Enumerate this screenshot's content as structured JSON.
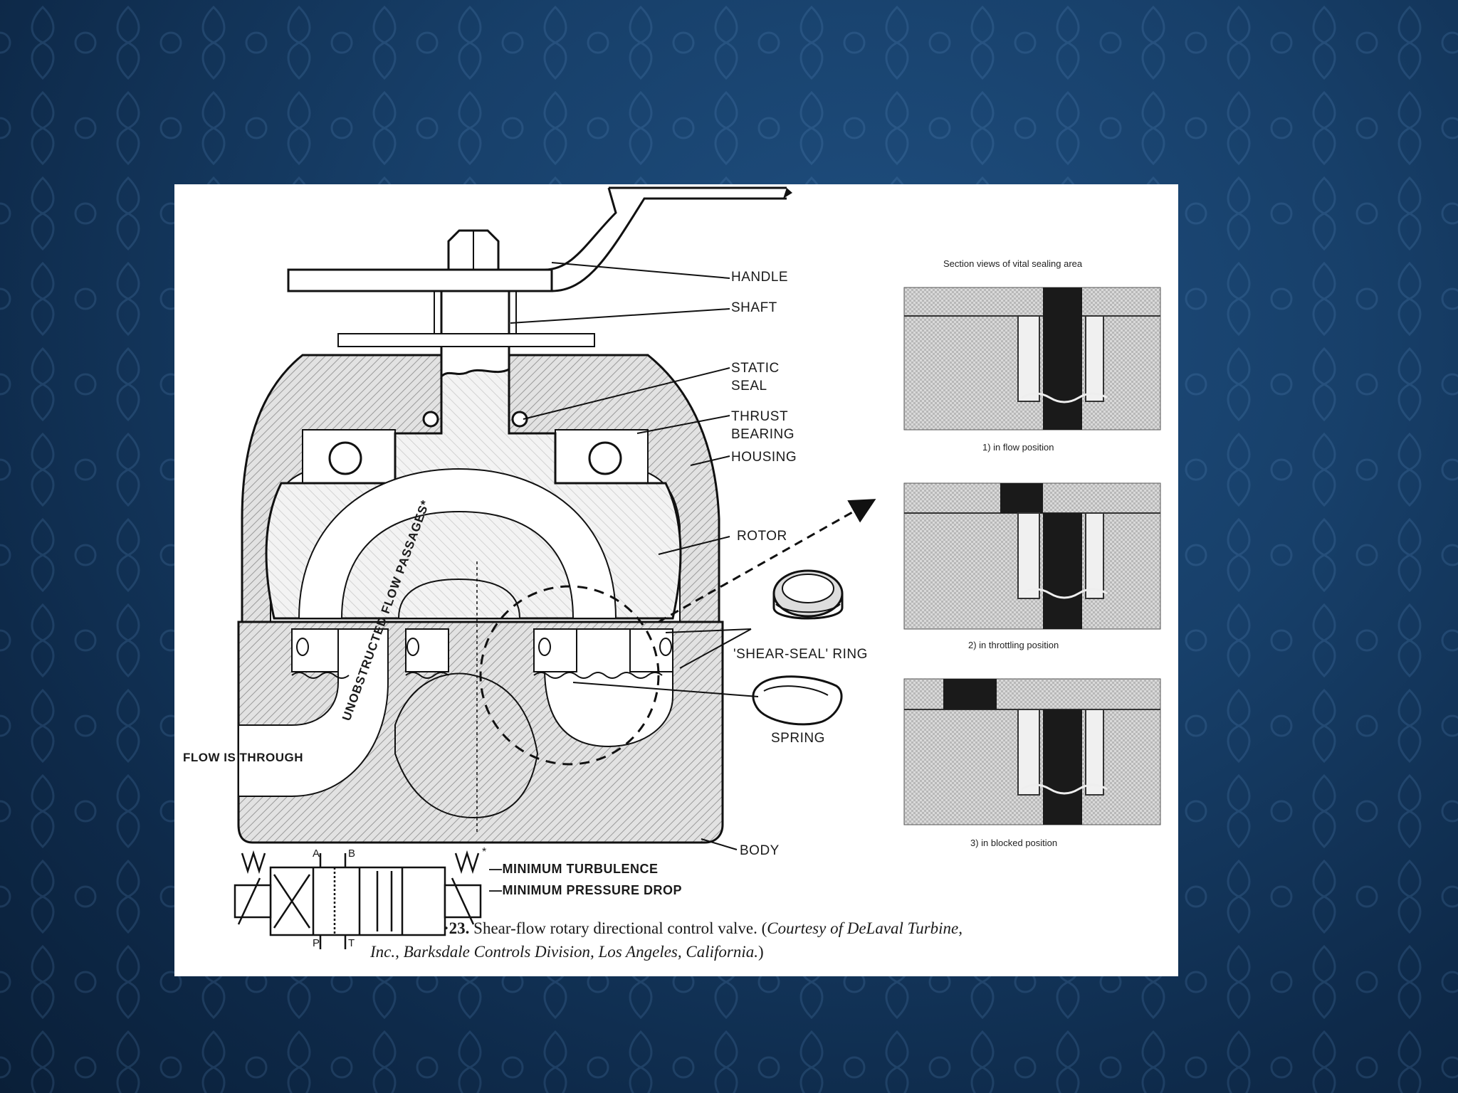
{
  "figure": {
    "labels": {
      "handle": "HANDLE",
      "shaft": "SHAFT",
      "static_seal_1": "STATIC",
      "static_seal_2": "SEAL",
      "thrust_bearing_1": "THRUST",
      "thrust_bearing_2": "BEARING",
      "housing": "HOUSING",
      "rotor": "ROTOR",
      "shear_seal_ring": "'SHEAR-SEAL' RING",
      "spring": "SPRING",
      "body": "BODY",
      "flow_is_through": "FLOW IS THROUGH",
      "unobstructed": "UNOBSTRUCTED FLOW PASSAGES*"
    },
    "notes": {
      "asterisk": "*",
      "min_turbulence": "—MINIMUM TURBULENCE",
      "min_pressure_drop": "—MINIMUM PRESSURE DROP"
    },
    "symbol_ports": {
      "a": "A",
      "b": "B",
      "p": "P",
      "t": "T"
    },
    "section_views": {
      "title": "Section views of vital sealing area",
      "view1": "1) in flow position",
      "view2": "2) in throttling position",
      "view3": "3) in blocked position"
    },
    "caption": {
      "number": "·23.",
      "line1_main": "Shear-flow rotary directional control valve. (",
      "line1_italic": "Courtesy of DeLaval Turbine,",
      "line2_italic": "Inc., Barksdale Controls Division, Los Angeles, California.",
      "line2_end": ")"
    }
  },
  "colors": {
    "slide_bg": "#173f69",
    "panel": "#ffffff",
    "ink": "#1a1a1a",
    "hatch_fill": "#cfcfcf"
  }
}
